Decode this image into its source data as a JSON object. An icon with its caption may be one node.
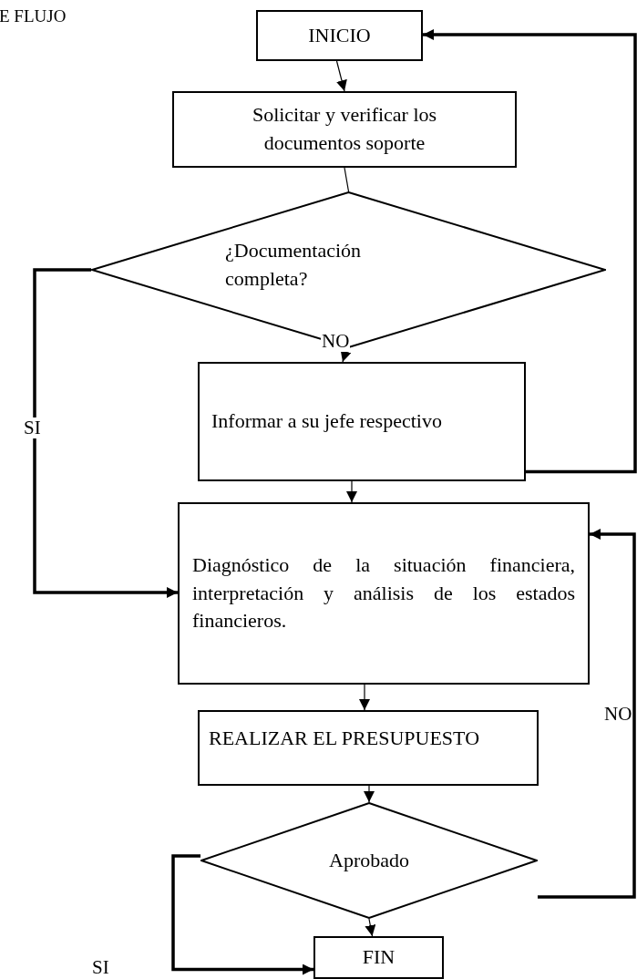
{
  "diagram": {
    "nodes": [
      {
        "text": [
          "INICIO"
        ]
      },
      {
        "text": [
          "Solicitar y verificar los documentos soporte"
        ]
      },
      {
        "text": [
          "¿Documentación completa?"
        ]
      },
      {
        "text": [
          "Informar a su jefe respectivo"
        ]
      },
      {
        "text": [
          "Diagnóstico de la situación financiera, interpretación y análisis de los estados financieros."
        ]
      },
      {
        "text": [
          "REALIZAR EL PRESUPUESTO"
        ]
      },
      {
        "text": [
          "Aprobado"
        ]
      },
      {
        "text": [
          "FIN"
        ]
      }
    ],
    "edges": [
      {
        "from": 0,
        "to": 1,
        "arrow": "to"
      },
      {
        "from": 1,
        "to": 2,
        "arrow": "none"
      },
      {
        "from": 2,
        "to": 3,
        "arrow": "to",
        "label": "NO"
      },
      {
        "from": 2,
        "to": 4,
        "arrow": "to",
        "label": "SI",
        "style": "thick"
      },
      {
        "from": 3,
        "to": 0,
        "arrow": "to",
        "style": "thick"
      },
      {
        "from": 3,
        "to": 4,
        "arrow": "to"
      },
      {
        "from": 4,
        "to": 5,
        "arrow": "to"
      },
      {
        "from": 5,
        "to": 6,
        "arrow": "to"
      },
      {
        "from": 6,
        "to": 4,
        "arrow": "to",
        "label": "NO",
        "style": "thick"
      },
      {
        "from": 6,
        "to": 7,
        "arrow": "to"
      },
      {
        "from": 6,
        "to": 7,
        "arrow": "to",
        "label": "SI",
        "style": "thick"
      }
    ],
    "labels": [
      "E FLUJO"
    ]
  }
}
